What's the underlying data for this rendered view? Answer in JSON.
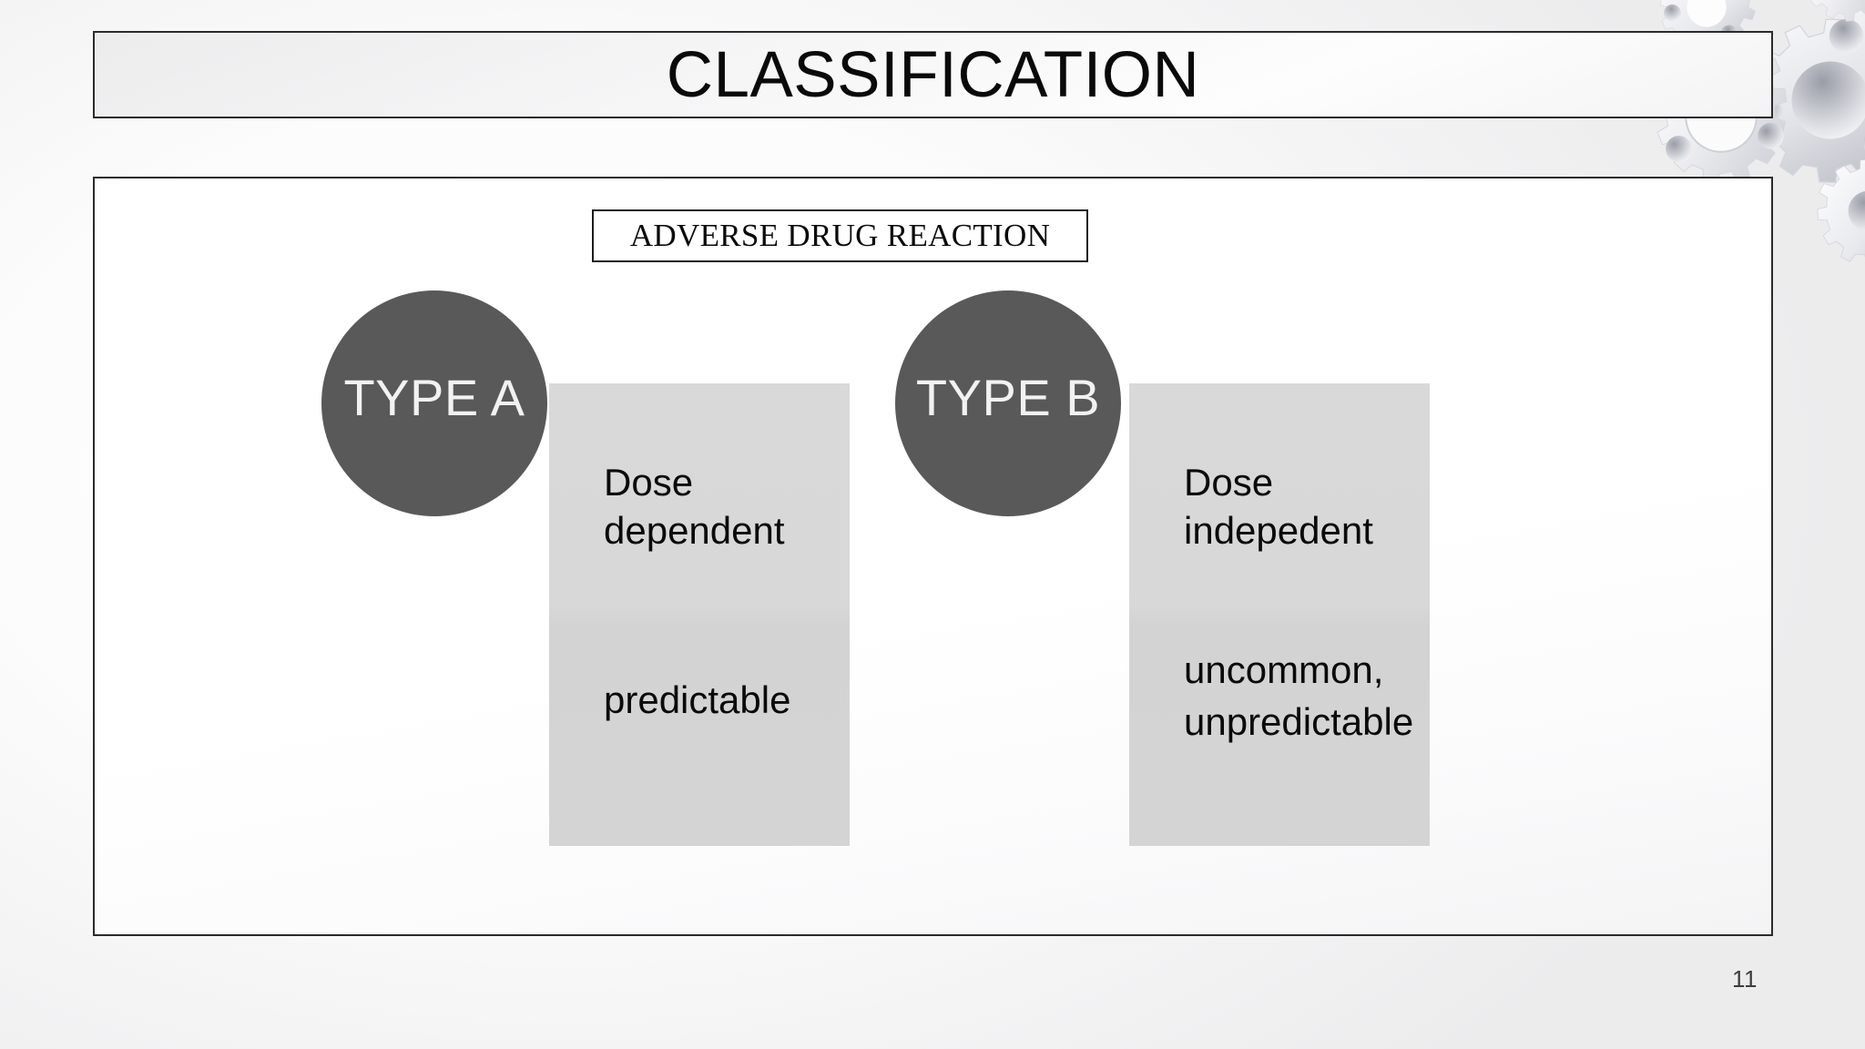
{
  "slide": {
    "title": "CLASSIFICATION",
    "page_number": "11",
    "heading_box": "ADVERSE DRUG REACTION",
    "colors": {
      "circle_fill": "#595959",
      "circle_text": "#f2f2f2",
      "panel_fill": "#d9d9d9",
      "border": "#2b2b2b",
      "text": "#0a0a0a",
      "background": "#f4f4f5"
    },
    "decoration": {
      "icon": "gears-decoration",
      "position": "top-right"
    },
    "columns": [
      {
        "circle_label": "TYPE A",
        "top_text": "Dose dependent",
        "bottom_text": "predictable"
      },
      {
        "circle_label": "TYPE B",
        "top_text": "Dose indepedent",
        "bottom_text": "uncommon, unpredictable"
      }
    ]
  }
}
